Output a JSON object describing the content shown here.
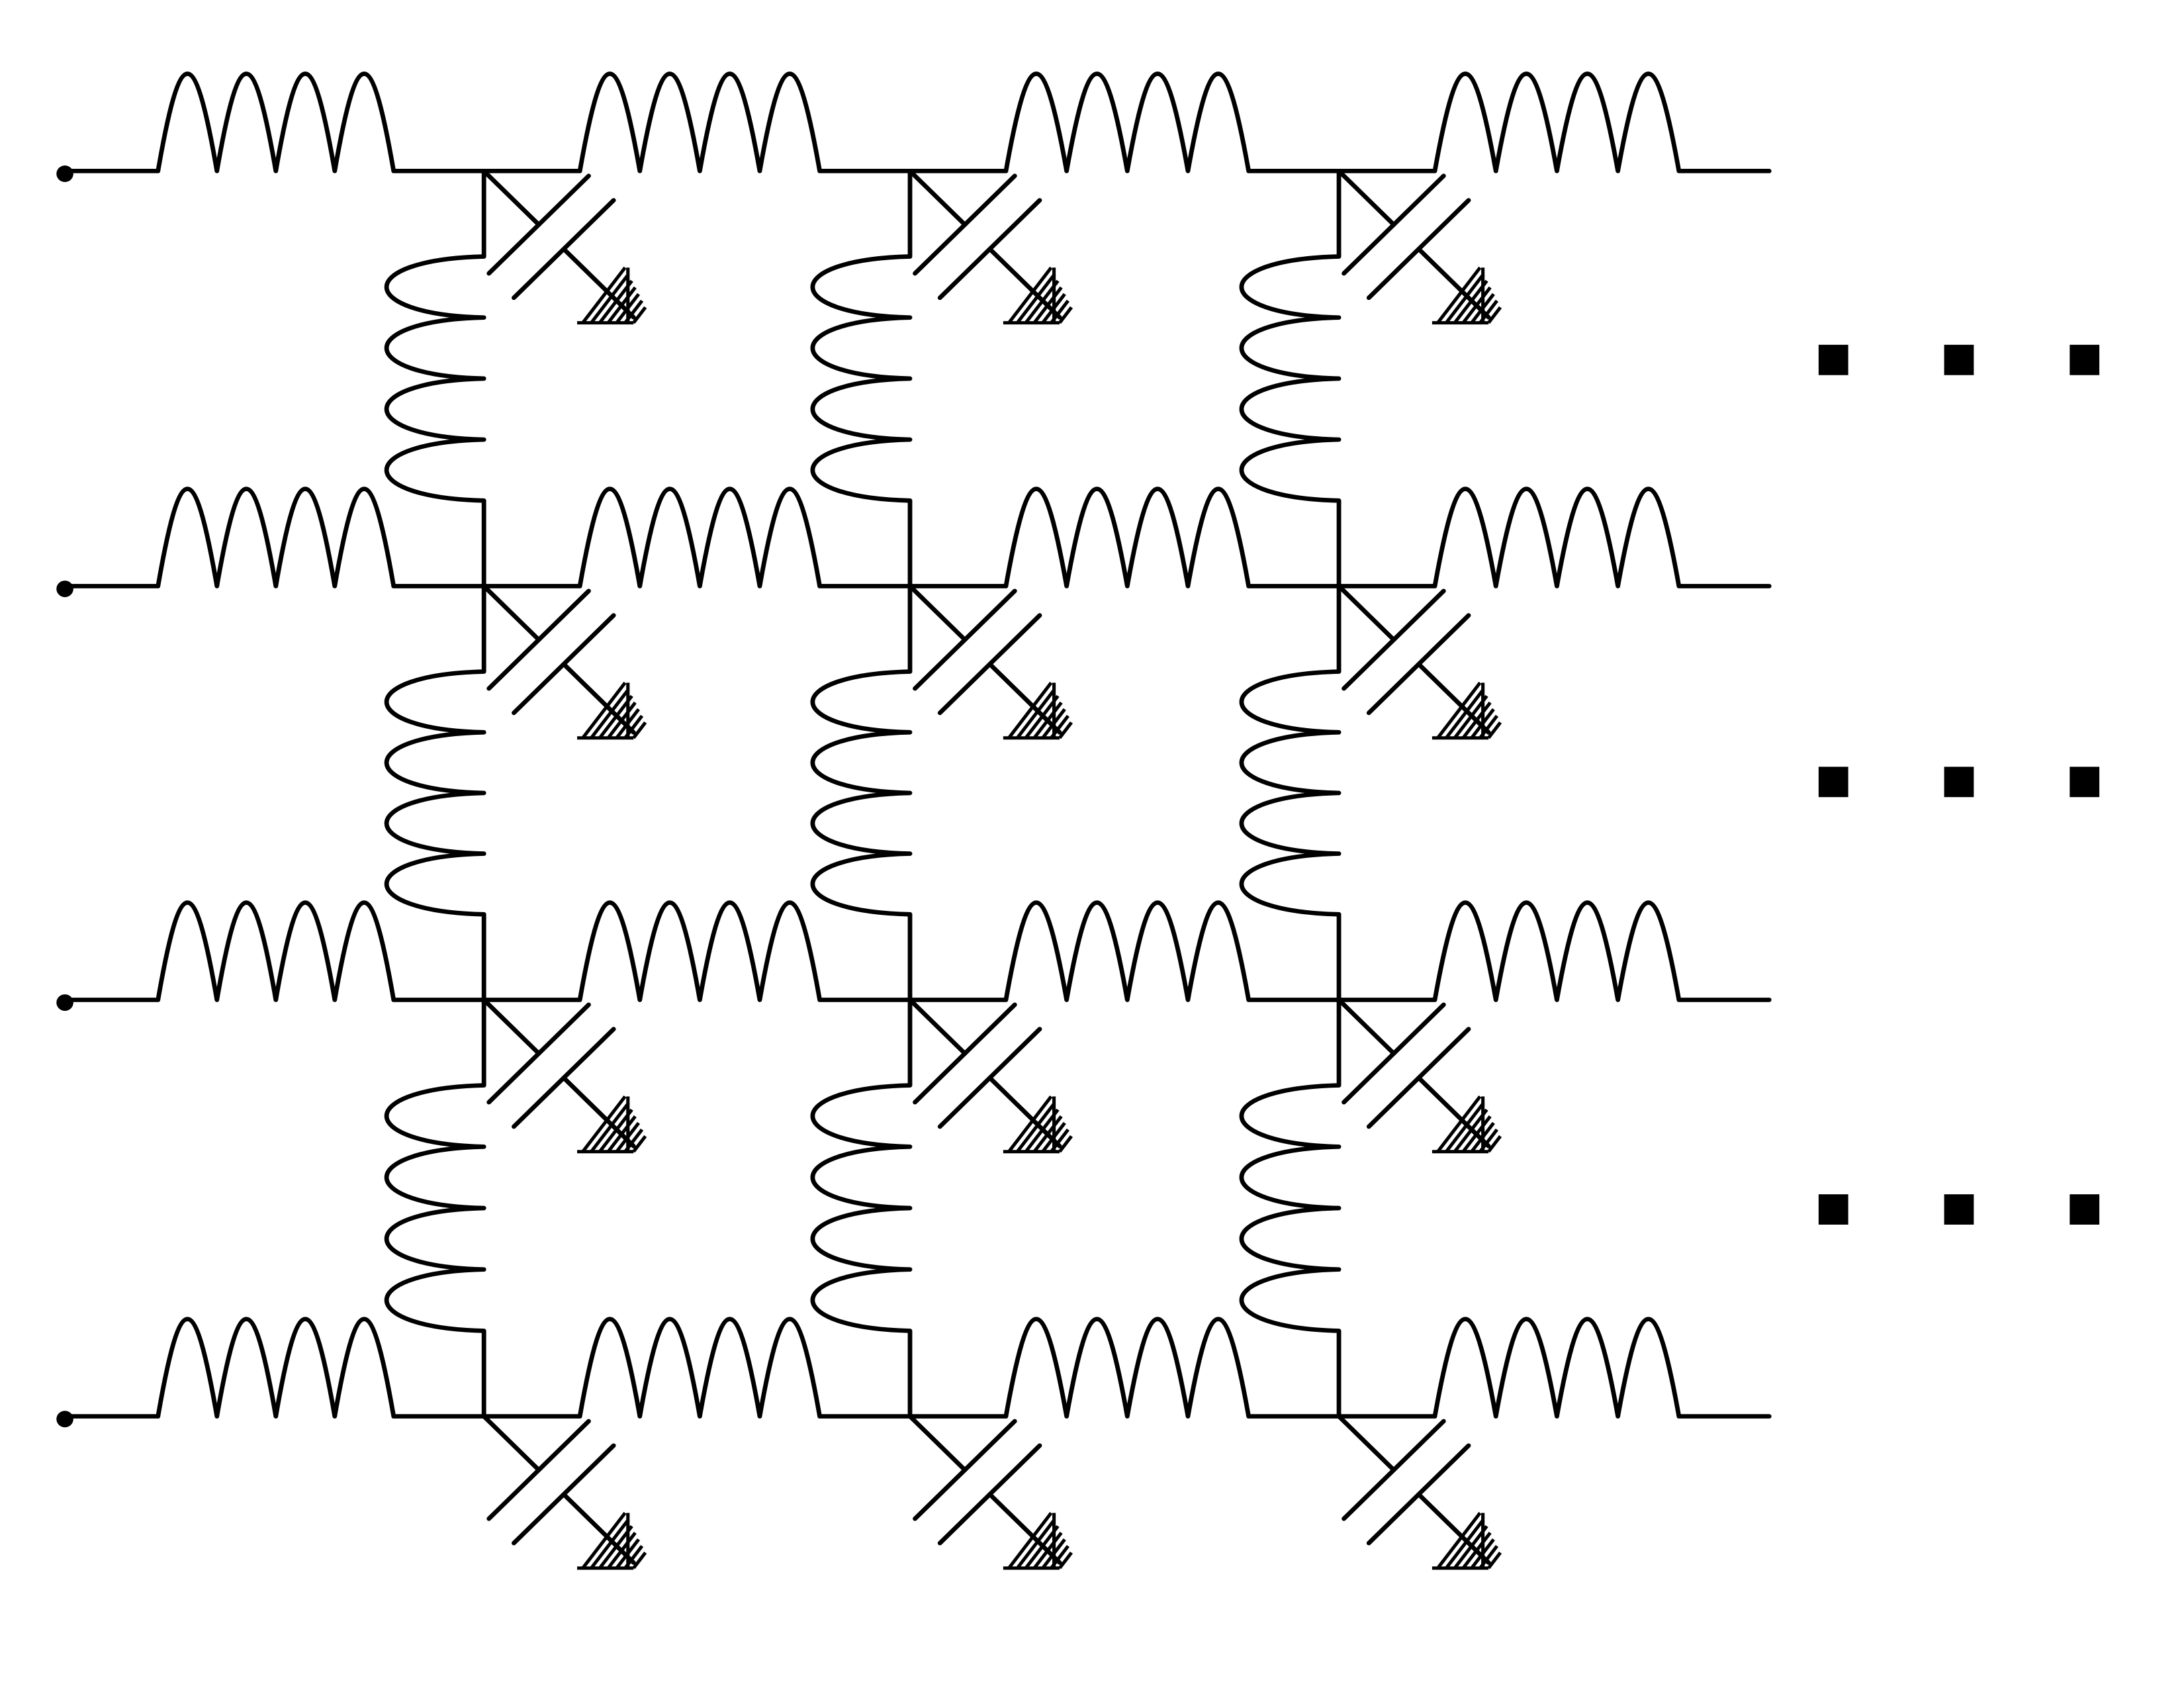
{
  "diagram": {
    "type": "lc-ladder-network",
    "rows": 4,
    "columns": 4,
    "row_components": "series-inductor",
    "vertical_components": "shunt-inductor",
    "diagonal_components": "capacitor-to-ground",
    "continuation": "dots",
    "colors": {
      "stroke": "#000000",
      "background": "#ffffff"
    }
  }
}
